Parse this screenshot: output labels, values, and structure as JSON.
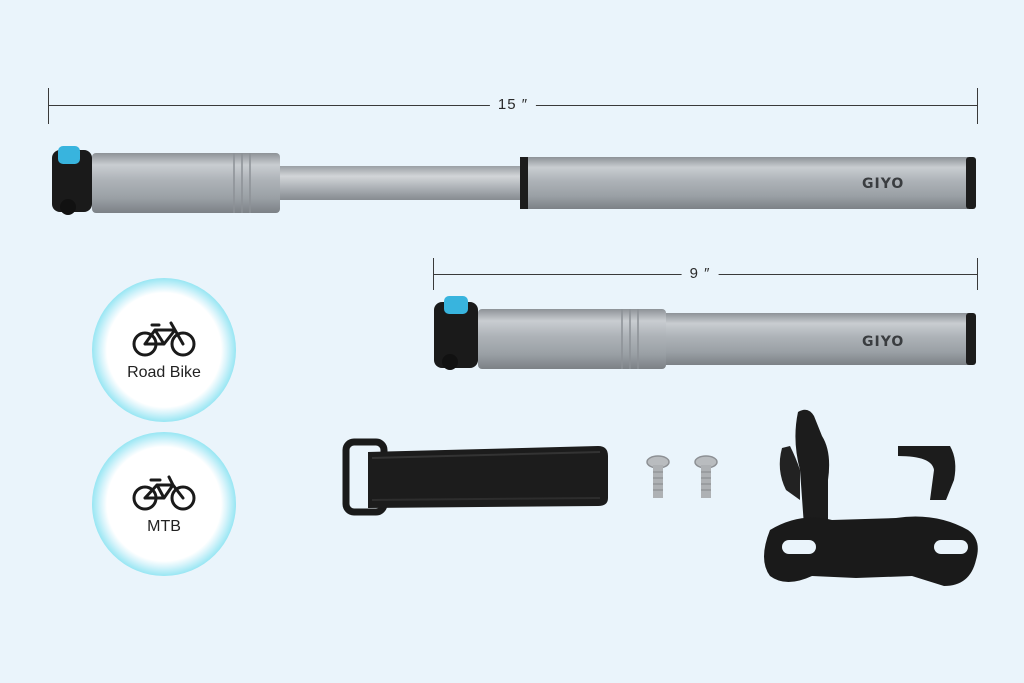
{
  "dimensions": {
    "long_pump_length": "15 ″",
    "short_pump_length": "9 ″"
  },
  "pump_brand": {
    "long": "GIYO",
    "short": "GIYO"
  },
  "badges": [
    {
      "label": "Road Bike",
      "icon": "road-bike-icon"
    },
    {
      "label": "MTB",
      "icon": "mountain-bike-icon"
    }
  ],
  "colors": {
    "background": "#eaf4fb",
    "accent": "#3ec6e6",
    "pump_body": "#b7bcc1",
    "dark": "#1c1c1c"
  }
}
